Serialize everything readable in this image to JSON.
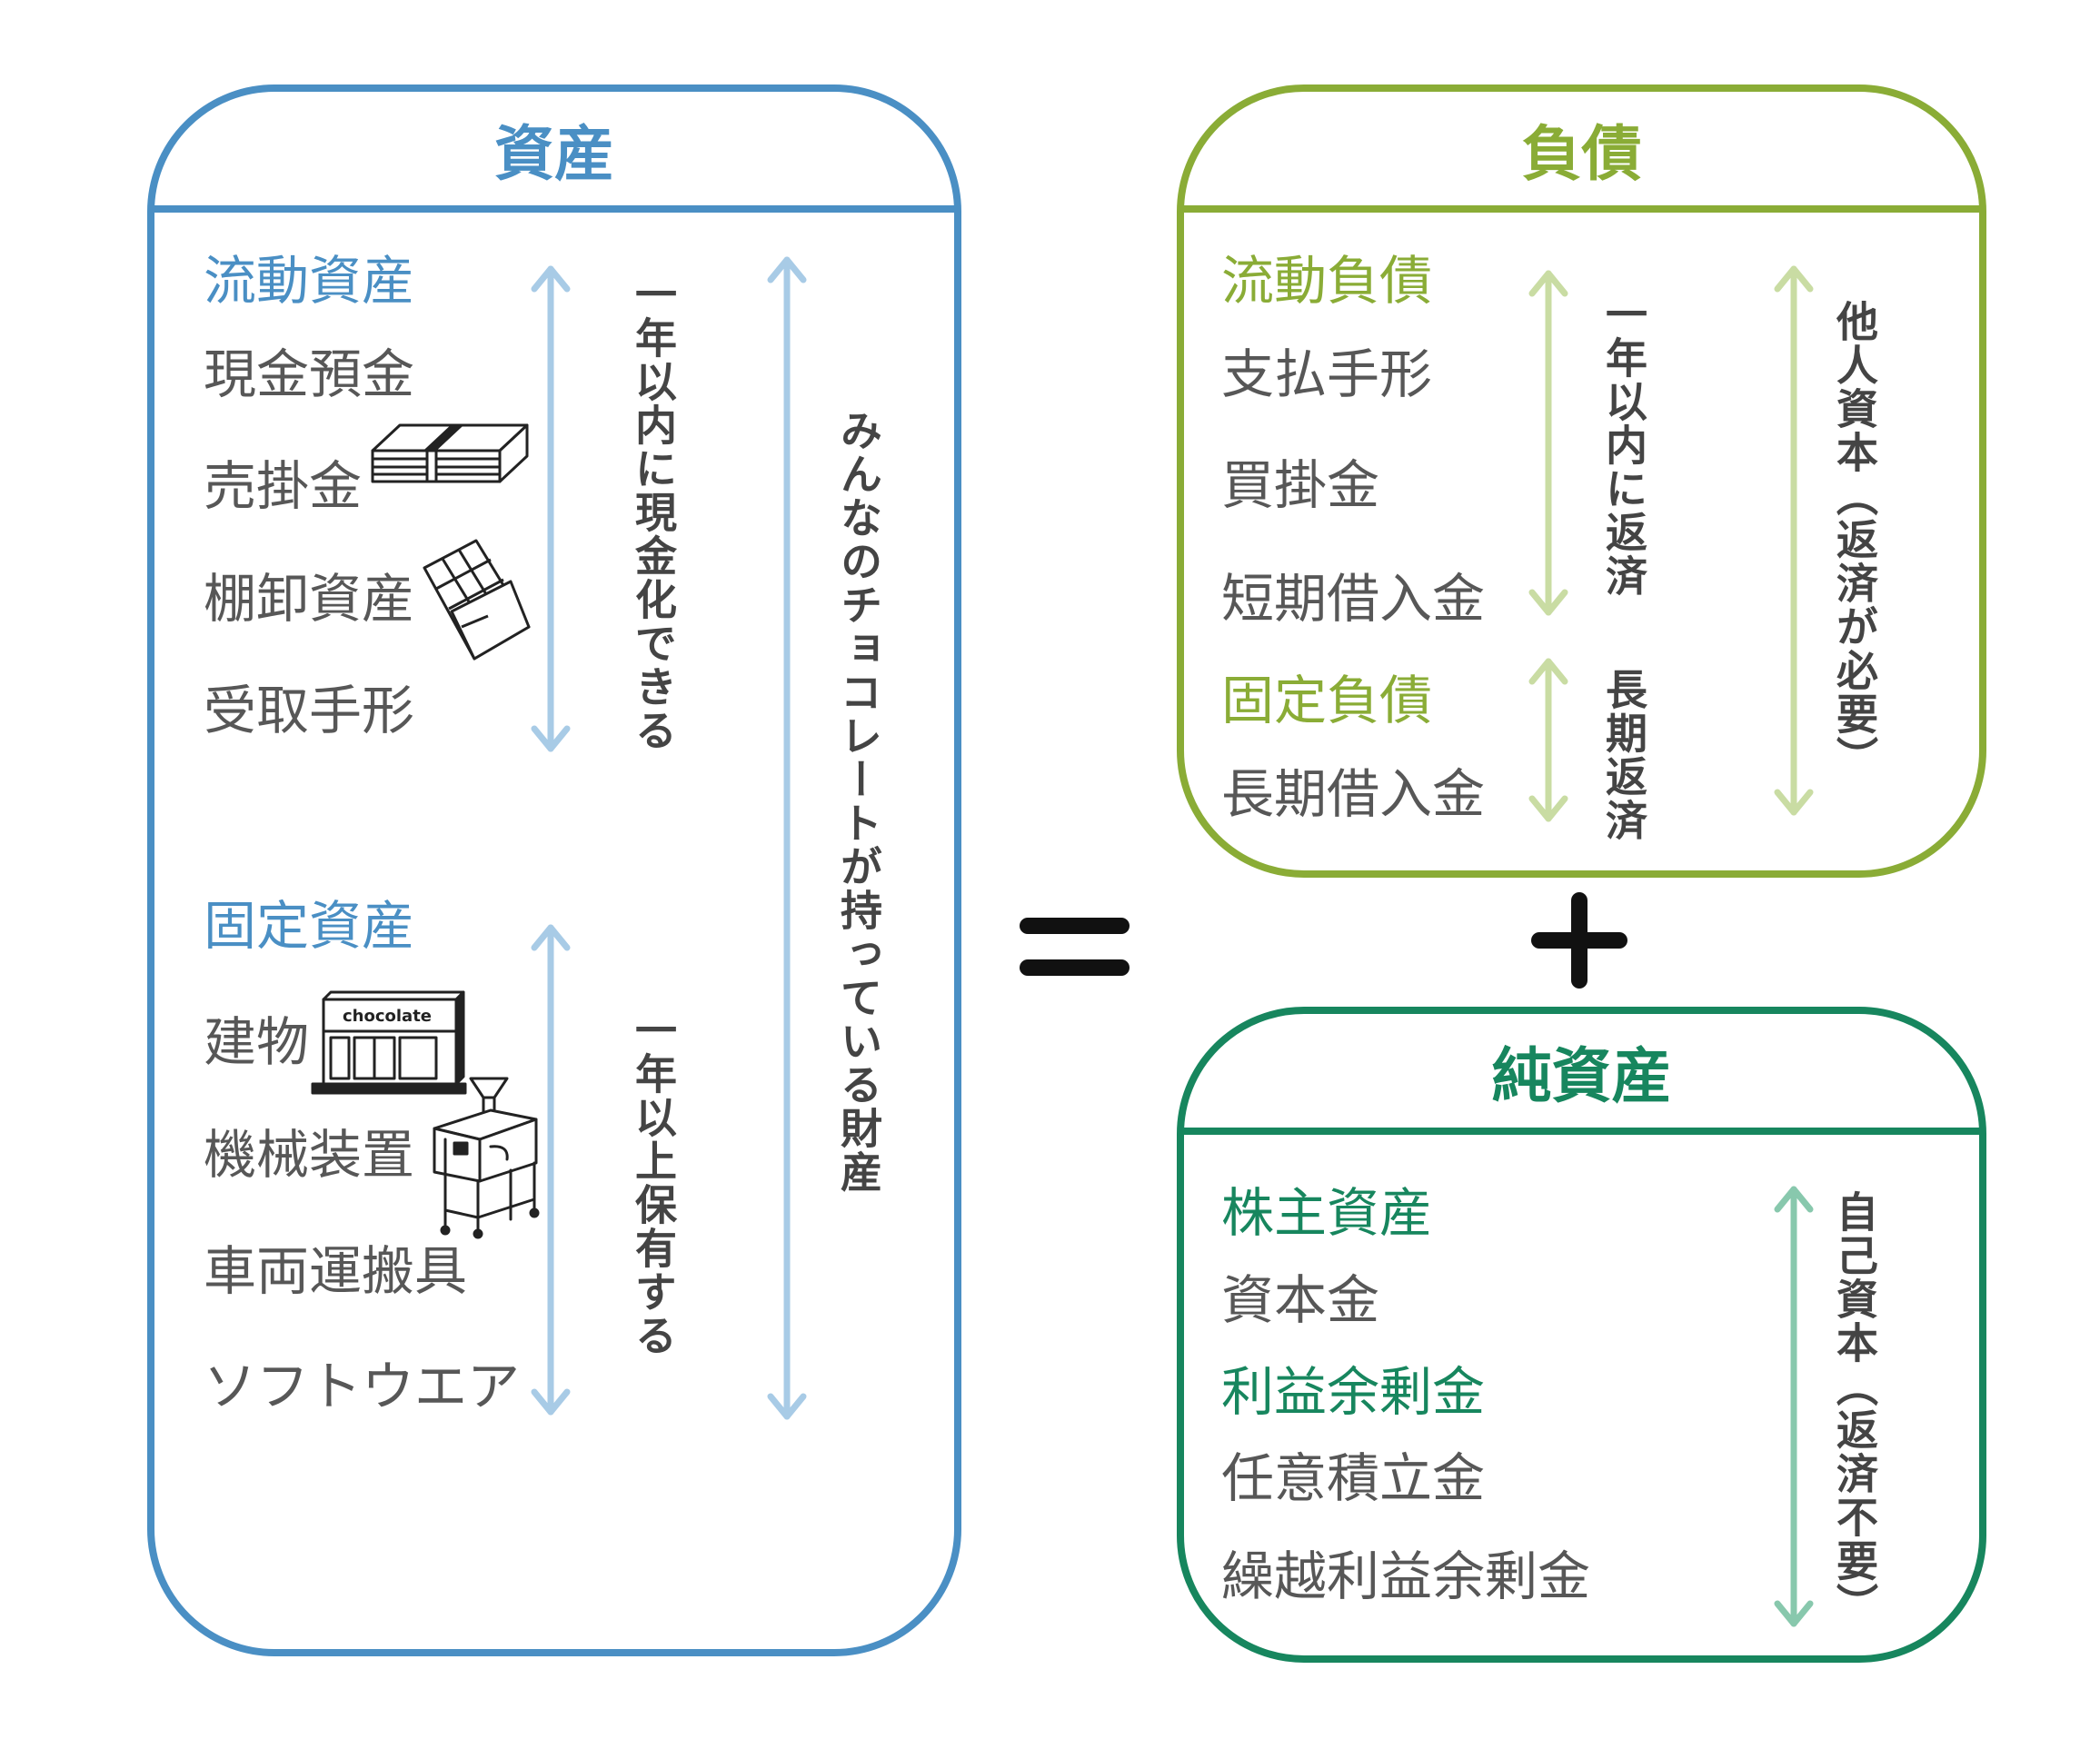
{
  "colors": {
    "assets": "#4a8fc4",
    "assets_arrow": "#a8cbe6",
    "liabilities": "#8aac36",
    "liabilities_arrow": "#c9dca3",
    "equity": "#17865e",
    "equity_arrow": "#88c8ad",
    "text_gray": "#575757",
    "vertical_text": "#444444",
    "operator": "#111111"
  },
  "assets": {
    "title": "資産",
    "current": {
      "heading": "流動資産",
      "items": [
        "現金預金",
        "売掛金",
        "棚卸資産",
        "受取手形"
      ],
      "note": "一年以内に現金化できる"
    },
    "fixed": {
      "heading": "固定資産",
      "items": [
        "建物",
        "機械装置",
        "車両運搬具",
        "ソフトウエア"
      ],
      "note": "一年以上保有する"
    },
    "overall_note": "みんなのチョコレートが持っている財産",
    "building_sign": "chocolate"
  },
  "liabilities": {
    "title": "負債",
    "current": {
      "heading": "流動負債",
      "items": [
        "支払手形",
        "買掛金",
        "短期借入金"
      ],
      "note": "一年以内に返済"
    },
    "fixed": {
      "heading": "固定負債",
      "items": [
        "長期借入金"
      ],
      "note": "長期返済"
    },
    "overall_note": "他人資本（返済が必要）"
  },
  "equity": {
    "title": "純資産",
    "shareholders": {
      "heading": "株主資産",
      "items": [
        "資本金"
      ]
    },
    "retained": {
      "heading": "利益余剰金",
      "items": [
        "任意積立金",
        "繰越利益余剰金"
      ]
    },
    "overall_note": "自己資本（返済不要）"
  },
  "operators": {
    "equals": "=",
    "plus": "+"
  },
  "icons": [
    "cash-bundle-icon",
    "chocolate-bar-icon",
    "chocolate-shop-icon",
    "machine-icon"
  ]
}
